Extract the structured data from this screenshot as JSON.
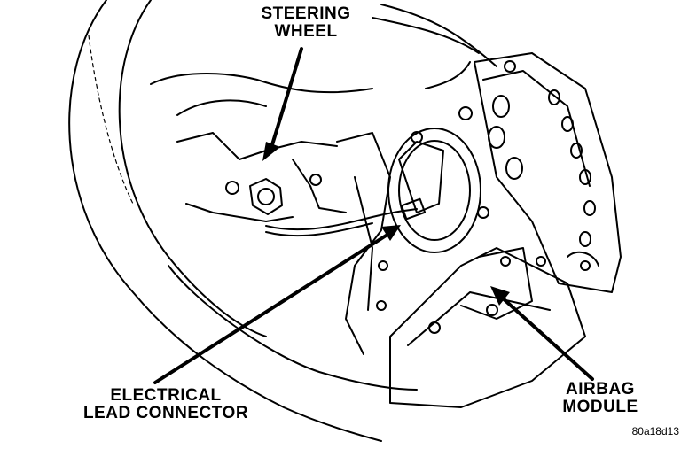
{
  "labels": {
    "steering_wheel": [
      "STEERING",
      "WHEEL"
    ],
    "electrical_lead_connector": [
      "ELECTRICAL",
      "LEAD CONNECTOR"
    ],
    "airbag_module": [
      "AIRBAG",
      "MODULE"
    ],
    "figure_code": "80a18d13"
  }
}
